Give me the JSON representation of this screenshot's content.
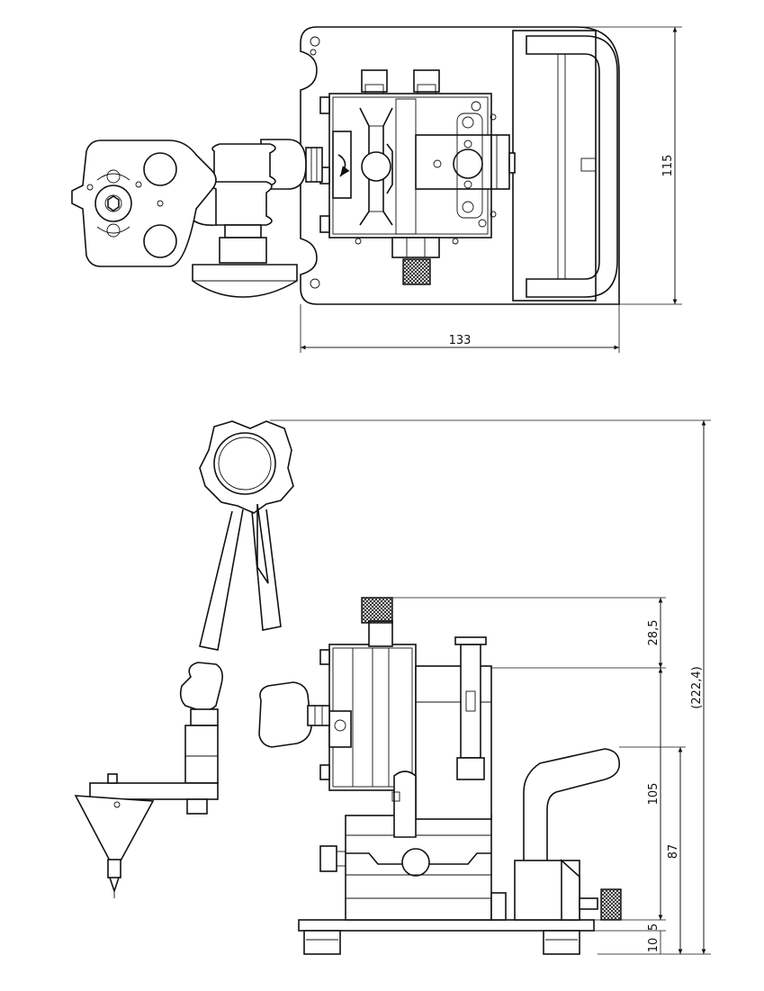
{
  "dimensions": {
    "top_view_width": "133",
    "top_view_height": "115",
    "side_total_height": "(222,4)",
    "side_knob_height": "28,5",
    "side_handle_height": "105",
    "side_column_height": "87",
    "side_base_height": "5",
    "side_foot_height": "10"
  },
  "colors": {
    "line": "#111111",
    "background": "#ffffff"
  }
}
